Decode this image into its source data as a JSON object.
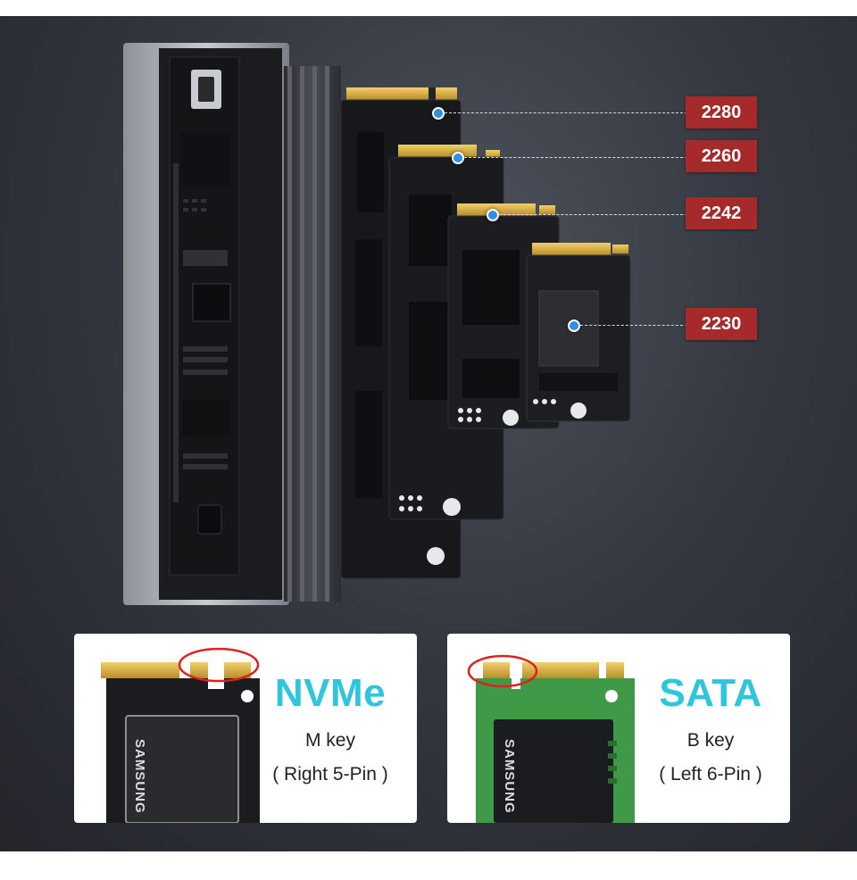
{
  "form_factors": [
    {
      "label": "2280"
    },
    {
      "label": "2260"
    },
    {
      "label": "2242"
    },
    {
      "label": "2230"
    }
  ],
  "nvme_card": {
    "title": "NVMe",
    "key": "M key",
    "pins": "( Right 5-Pin )",
    "brand": "SAMSUNG"
  },
  "sata_card": {
    "title": "SATA",
    "key": "B key",
    "pins": "( Left 6-Pin )",
    "brand": "SAMSUNG"
  },
  "colors": {
    "badge": "#a72a2a",
    "title_accent": "#2ec6dc",
    "pointer_dot": "#2d8fe6",
    "highlight_ring": "#e02020"
  }
}
